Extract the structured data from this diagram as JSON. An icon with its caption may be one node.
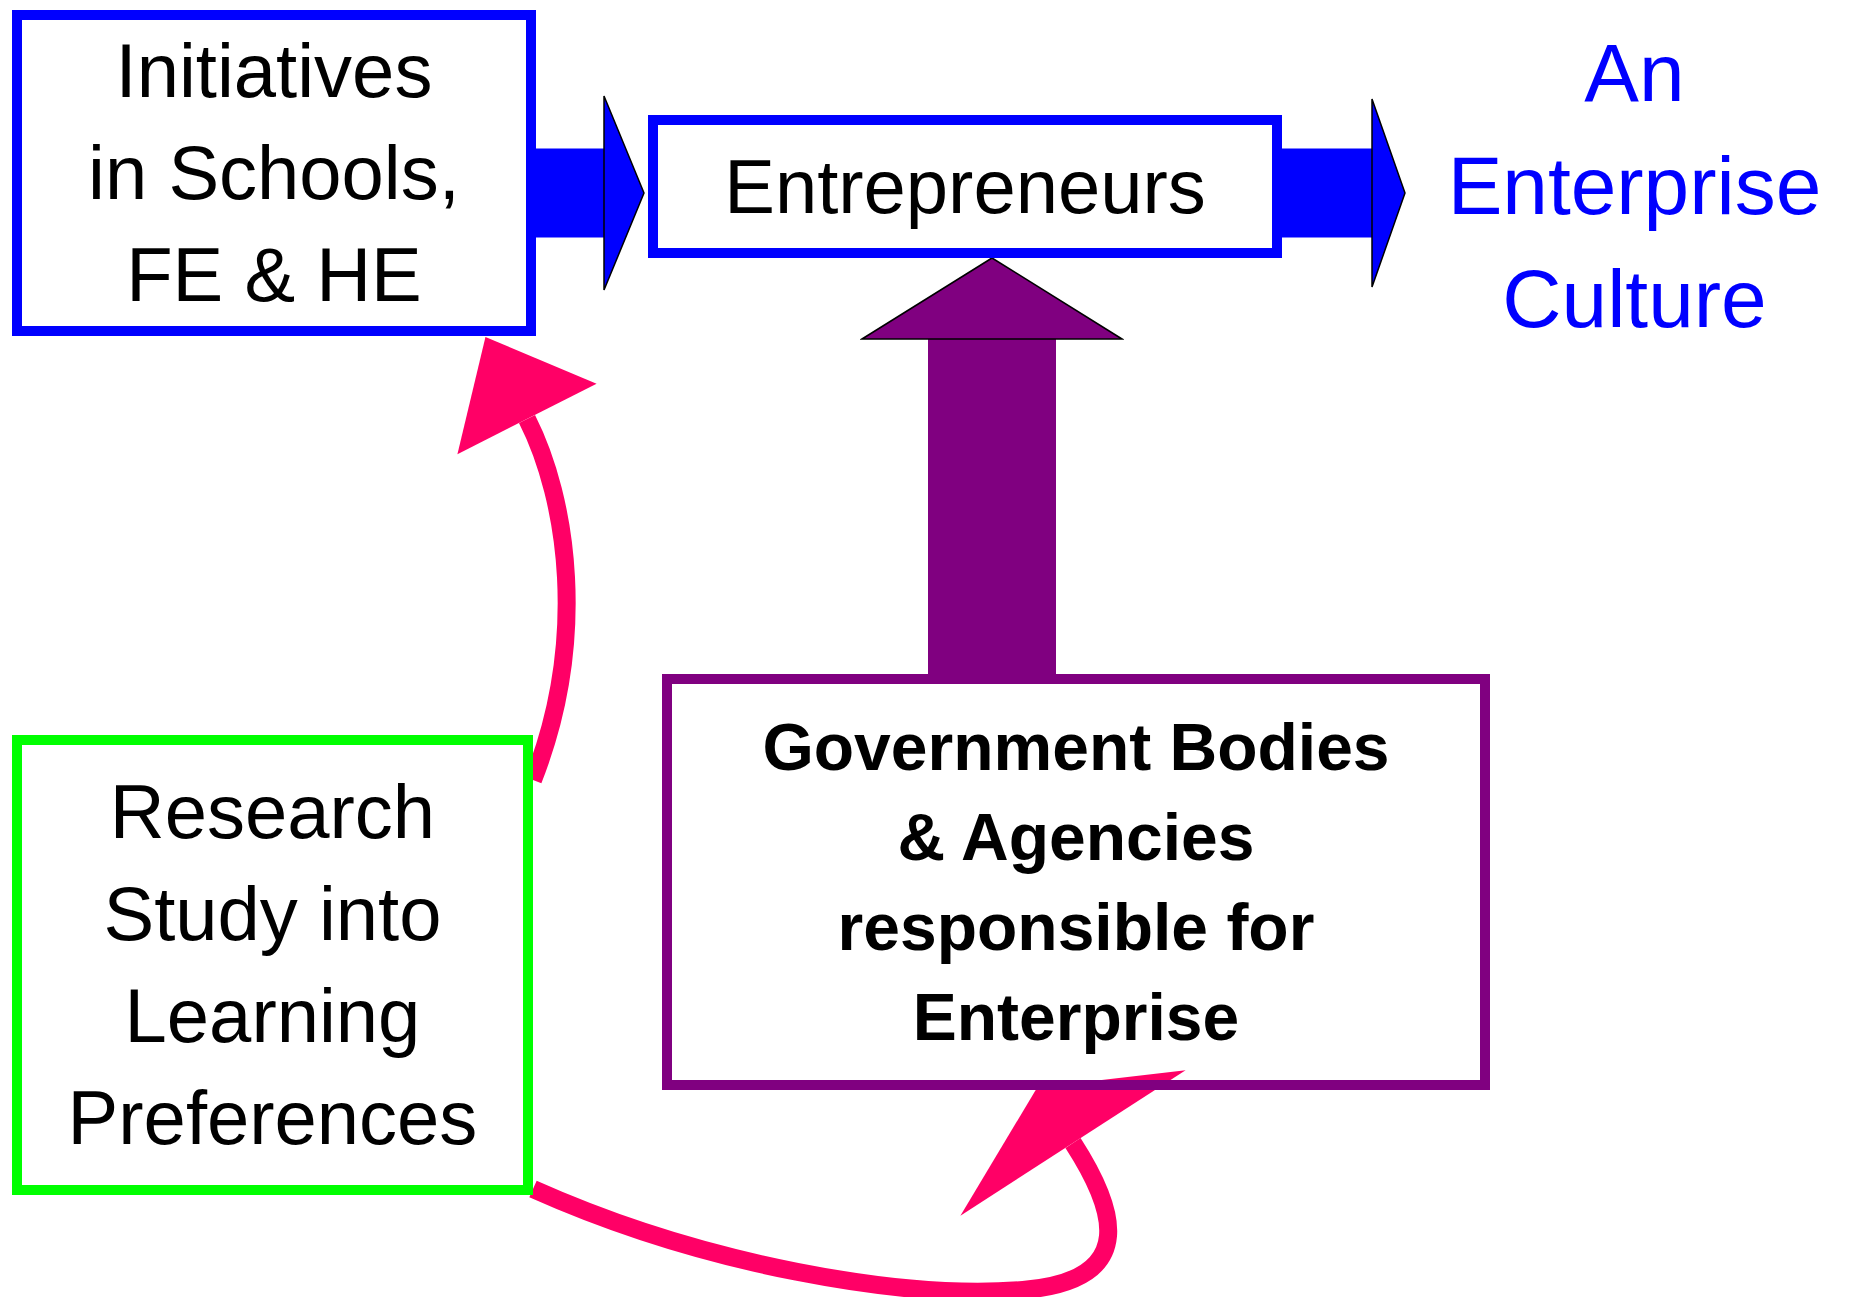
{
  "diagram": {
    "nodes": [
      {
        "text": [
          "Initiatives in Schools, FE & HE"
        ]
      },
      {
        "text": [
          "Entrepreneurs"
        ]
      },
      {
        "text": [
          "An Enterprise Culture"
        ]
      },
      {
        "text": [
          "Research Study into Learning Preferences"
        ]
      },
      {
        "text": [
          "Government Bodies & Agencies responsible for Enterprise"
        ]
      }
    ],
    "edges": [
      {
        "from": 0,
        "to": 1,
        "arrow": "to",
        "color": "#0000ff"
      },
      {
        "from": 1,
        "to": 2,
        "arrow": "to",
        "color": "#0000ff"
      },
      {
        "from": 4,
        "to": 1,
        "arrow": "to",
        "color": "#800080"
      },
      {
        "from": 3,
        "to": 0,
        "arrow": "to",
        "color": "#ff0066"
      },
      {
        "from": 3,
        "to": 4,
        "arrow": "to",
        "color": "#ff0066"
      }
    ]
  }
}
